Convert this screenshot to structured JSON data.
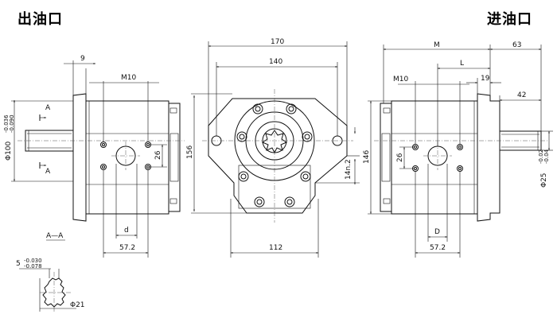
{
  "titles": {
    "outlet": "出油口",
    "inlet": "进油口"
  },
  "left_view": {
    "dim_9": "9",
    "dim_thread": "M10",
    "dim_shaft_dia": "Φ100",
    "tol_upper": "-0.036",
    "tol_lower": "-0.090",
    "dim_26": "26",
    "dim_d": "d",
    "dim_57_2": "57.2",
    "section_mark_top": "A",
    "section_mark_bottom": "A"
  },
  "section_view": {
    "label": "A—A",
    "key_width": "5",
    "key_tol_upper": "-0.030",
    "key_tol_lower": "-0.078",
    "dim_dia21": "Φ21"
  },
  "front_view": {
    "dim_170": "170",
    "dim_140": "140",
    "dim_156": "156",
    "dim_14n2": "14n.2",
    "dim_112": "112"
  },
  "right_view": {
    "dim_M": "M",
    "dim_63": "63",
    "dim_L": "L",
    "dim_thread": "M10",
    "dim_19": "19",
    "dim_42": "42",
    "dim_146": "146",
    "dim_26": "26",
    "dim_shaft_dia": "Φ25",
    "tol_upper": "-0.02",
    "tol_lower": "-0.04",
    "dim_D": "D",
    "dim_57_2": "57.2"
  }
}
